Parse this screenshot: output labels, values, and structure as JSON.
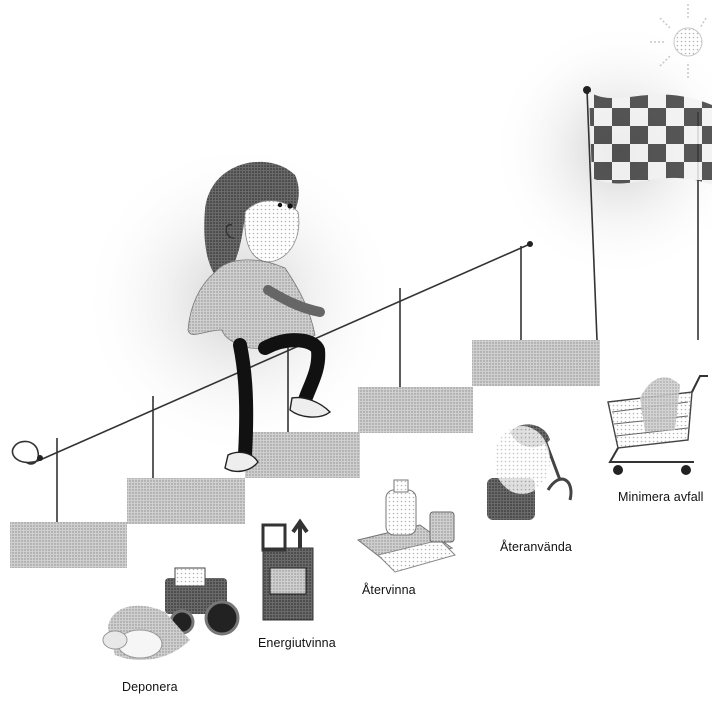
{
  "labels": {
    "deponera": "Deponera",
    "energiutvinna": "Energiutvinna",
    "atervinna": "Återvinna",
    "ateranvanda": "Återanvända",
    "minimera": "Minimera avfall"
  },
  "colors": {
    "step": "#bdbdbd",
    "rail": "#333333",
    "ink": "#111111"
  }
}
